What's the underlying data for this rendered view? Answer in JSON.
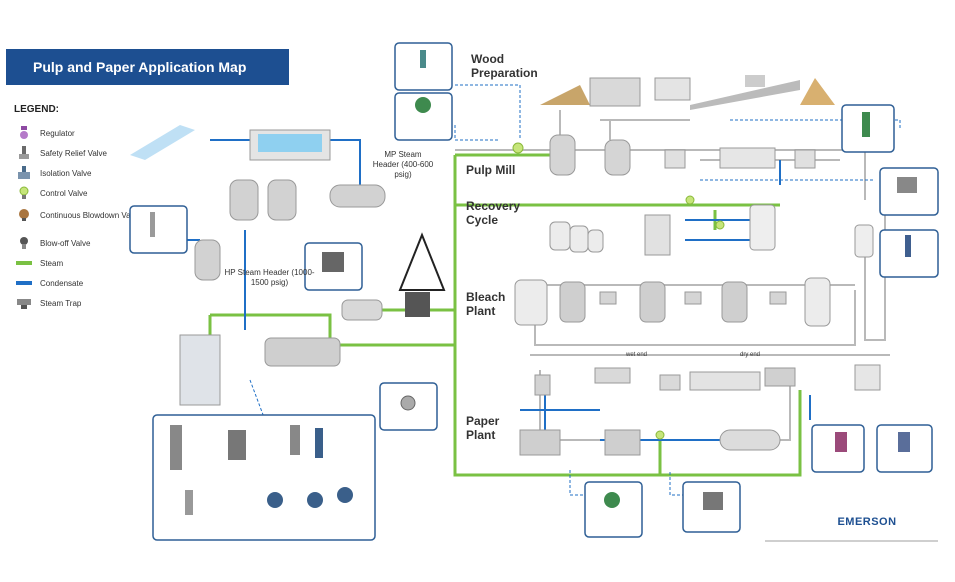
{
  "title": "Pulp and  Paper Application Map",
  "legend": {
    "heading": "LEGEND:",
    "items": [
      {
        "label": "Regulator",
        "icon": "regulator-icon",
        "color": "#8e4aa3"
      },
      {
        "label": "Safety Relief Valve",
        "icon": "safety-relief-valve-icon",
        "color": "#6b6b6b"
      },
      {
        "label": "Isolation Valve",
        "icon": "isolation-valve-icon",
        "color": "#4a6b8a"
      },
      {
        "label": "Control Valve",
        "icon": "control-valve-icon",
        "color": "#9acd32"
      },
      {
        "label": "Continuous Blowdown Valve",
        "icon": "blowdown-valve-icon",
        "color": "#8b5a2b"
      },
      {
        "label": "Blow-off Valve",
        "icon": "blow-off-valve-icon",
        "color": "#555555"
      },
      {
        "label": "Steam",
        "icon": "steam-line-icon",
        "color": "#7ac143"
      },
      {
        "label": "Condensate",
        "icon": "condensate-line-icon",
        "color": "#1f6fc6"
      },
      {
        "label": "Steam Trap",
        "icon": "steam-trap-icon",
        "color": "#666666"
      }
    ]
  },
  "sections": {
    "wood_preparation": "Wood Preparation",
    "pulp_mill": "Pulp Mill",
    "recovery_cycle": "Recovery Cycle",
    "bleach_plant": "Bleach Plant",
    "paper_plant": "Paper Plant"
  },
  "headers": {
    "mp_steam": "MP Steam Header (400-600 psig)",
    "hp_steam": "HP Steam Header (1000-1500 psig)"
  },
  "small_labels": {
    "wet_end": "wet end",
    "dry_end": "dry end"
  },
  "colors": {
    "steam": "#7ac143",
    "condensate": "#1f6fc6",
    "pipe": "#b9b9b9",
    "accent": "#1d4f91",
    "callout_border": "#2f5f95"
  },
  "brand": "EMERSON"
}
